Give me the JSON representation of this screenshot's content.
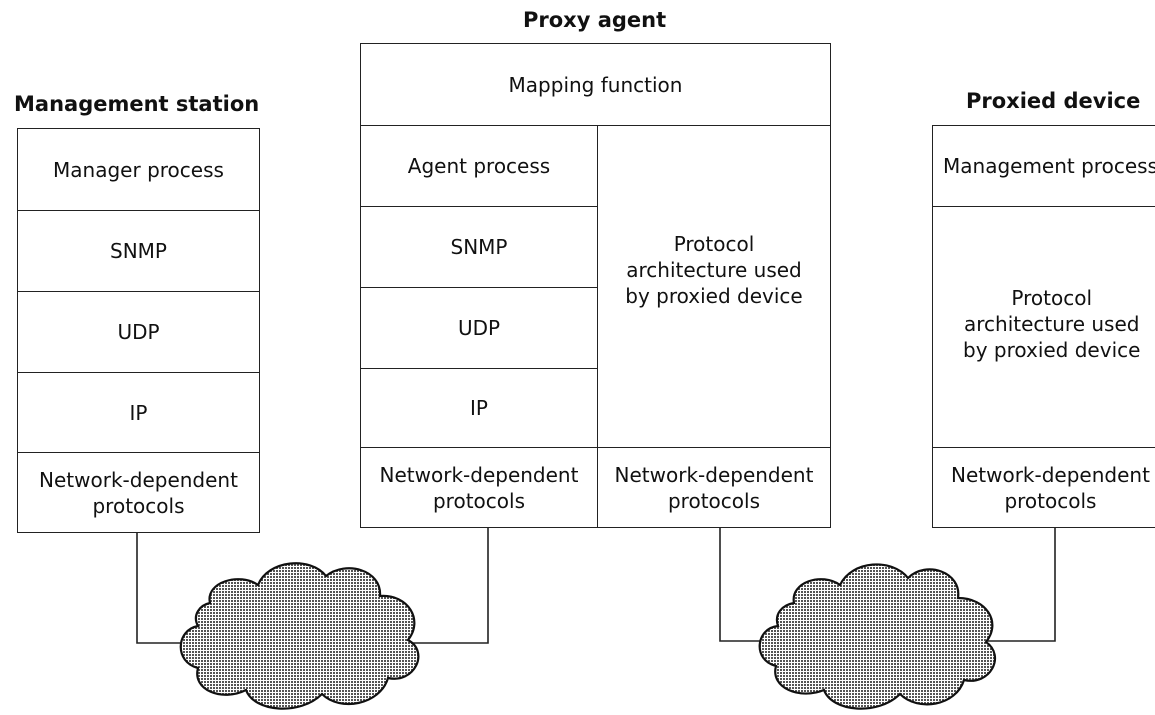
{
  "management_station": {
    "title": "Management station",
    "layers": [
      "Manager process",
      "SNMP",
      "UDP",
      "IP",
      "Network-dependent\nprotocols"
    ]
  },
  "proxy_agent": {
    "title": "Proxy agent",
    "mapping": "Mapping function",
    "left_layers": [
      "Agent process",
      "SNMP",
      "UDP",
      "IP",
      "Network-dependent\nprotocols"
    ],
    "right_arch": "Protocol\narchitecture used\nby proxied device",
    "right_net": "Network-dependent\nprotocols"
  },
  "proxied_device": {
    "title": "Proxied device",
    "mgmt": "Management process",
    "arch": "Protocol\narchitecture used\nby proxied device",
    "net": "Network-dependent\nprotocols"
  },
  "colors": {
    "line": "#222222",
    "cloud_fill": "#9a9a9a"
  }
}
